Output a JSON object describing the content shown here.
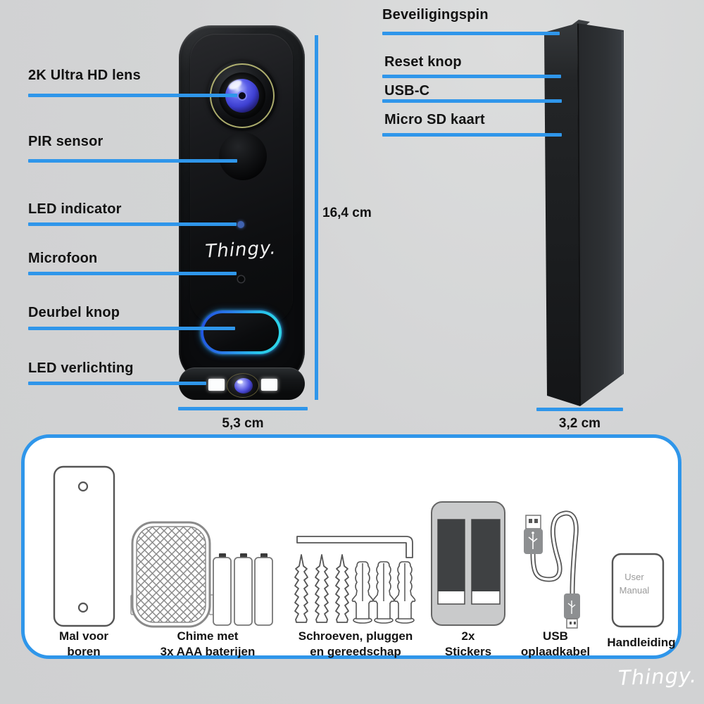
{
  "colors": {
    "accent": "#2f96ea",
    "background": "#d3d4d5"
  },
  "front_view": {
    "device_logo": "Thingy.",
    "callouts": [
      {
        "label": "2K Ultra HD lens"
      },
      {
        "label": "PIR sensor"
      },
      {
        "label": "LED indicator"
      },
      {
        "label": "Microfoon"
      },
      {
        "label": "Deurbel knop"
      },
      {
        "label": "LED verlichting"
      }
    ],
    "height": "16,4 cm",
    "width": "5,3 cm"
  },
  "side_view": {
    "callouts": [
      {
        "label": "Beveiligingspin"
      },
      {
        "label": "Reset knop"
      },
      {
        "label": "USB-C"
      },
      {
        "label": "Micro SD kaart"
      }
    ],
    "depth": "3,2 cm"
  },
  "package_contents": {
    "items": [
      {
        "line1": "Mal voor",
        "line2": "boren"
      },
      {
        "line1": "Chime met",
        "line2": "3x AAA baterijen"
      },
      {
        "line1": "Schroeven, pluggen",
        "line2": "en gereedschap"
      },
      {
        "line1": "2x",
        "line2": "Stickers"
      },
      {
        "line1": "USB",
        "line2": "oplaadkabel"
      },
      {
        "line1": "Handleiding",
        "line2": ""
      }
    ],
    "manual_cover": {
      "line1": "User",
      "line2": "Manual"
    }
  },
  "footer": {
    "brand": "Thingy."
  }
}
